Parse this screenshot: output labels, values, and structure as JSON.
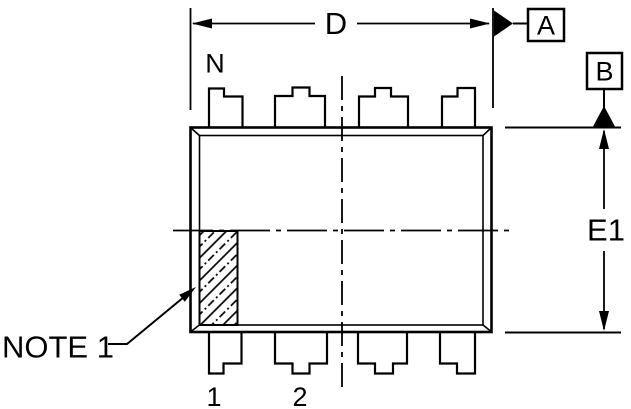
{
  "drawing": {
    "title": "IC package top view mechanical drawing",
    "labels": {
      "dim_d": "D",
      "dim_e1": "E1",
      "pin_count": "N",
      "note1": "NOTE 1",
      "pin_number_1": "1",
      "pin_number_2": "2"
    },
    "datums": {
      "a": "A",
      "b": "B"
    },
    "colors": {
      "line": "#000000",
      "background": "#ffffff"
    }
  }
}
